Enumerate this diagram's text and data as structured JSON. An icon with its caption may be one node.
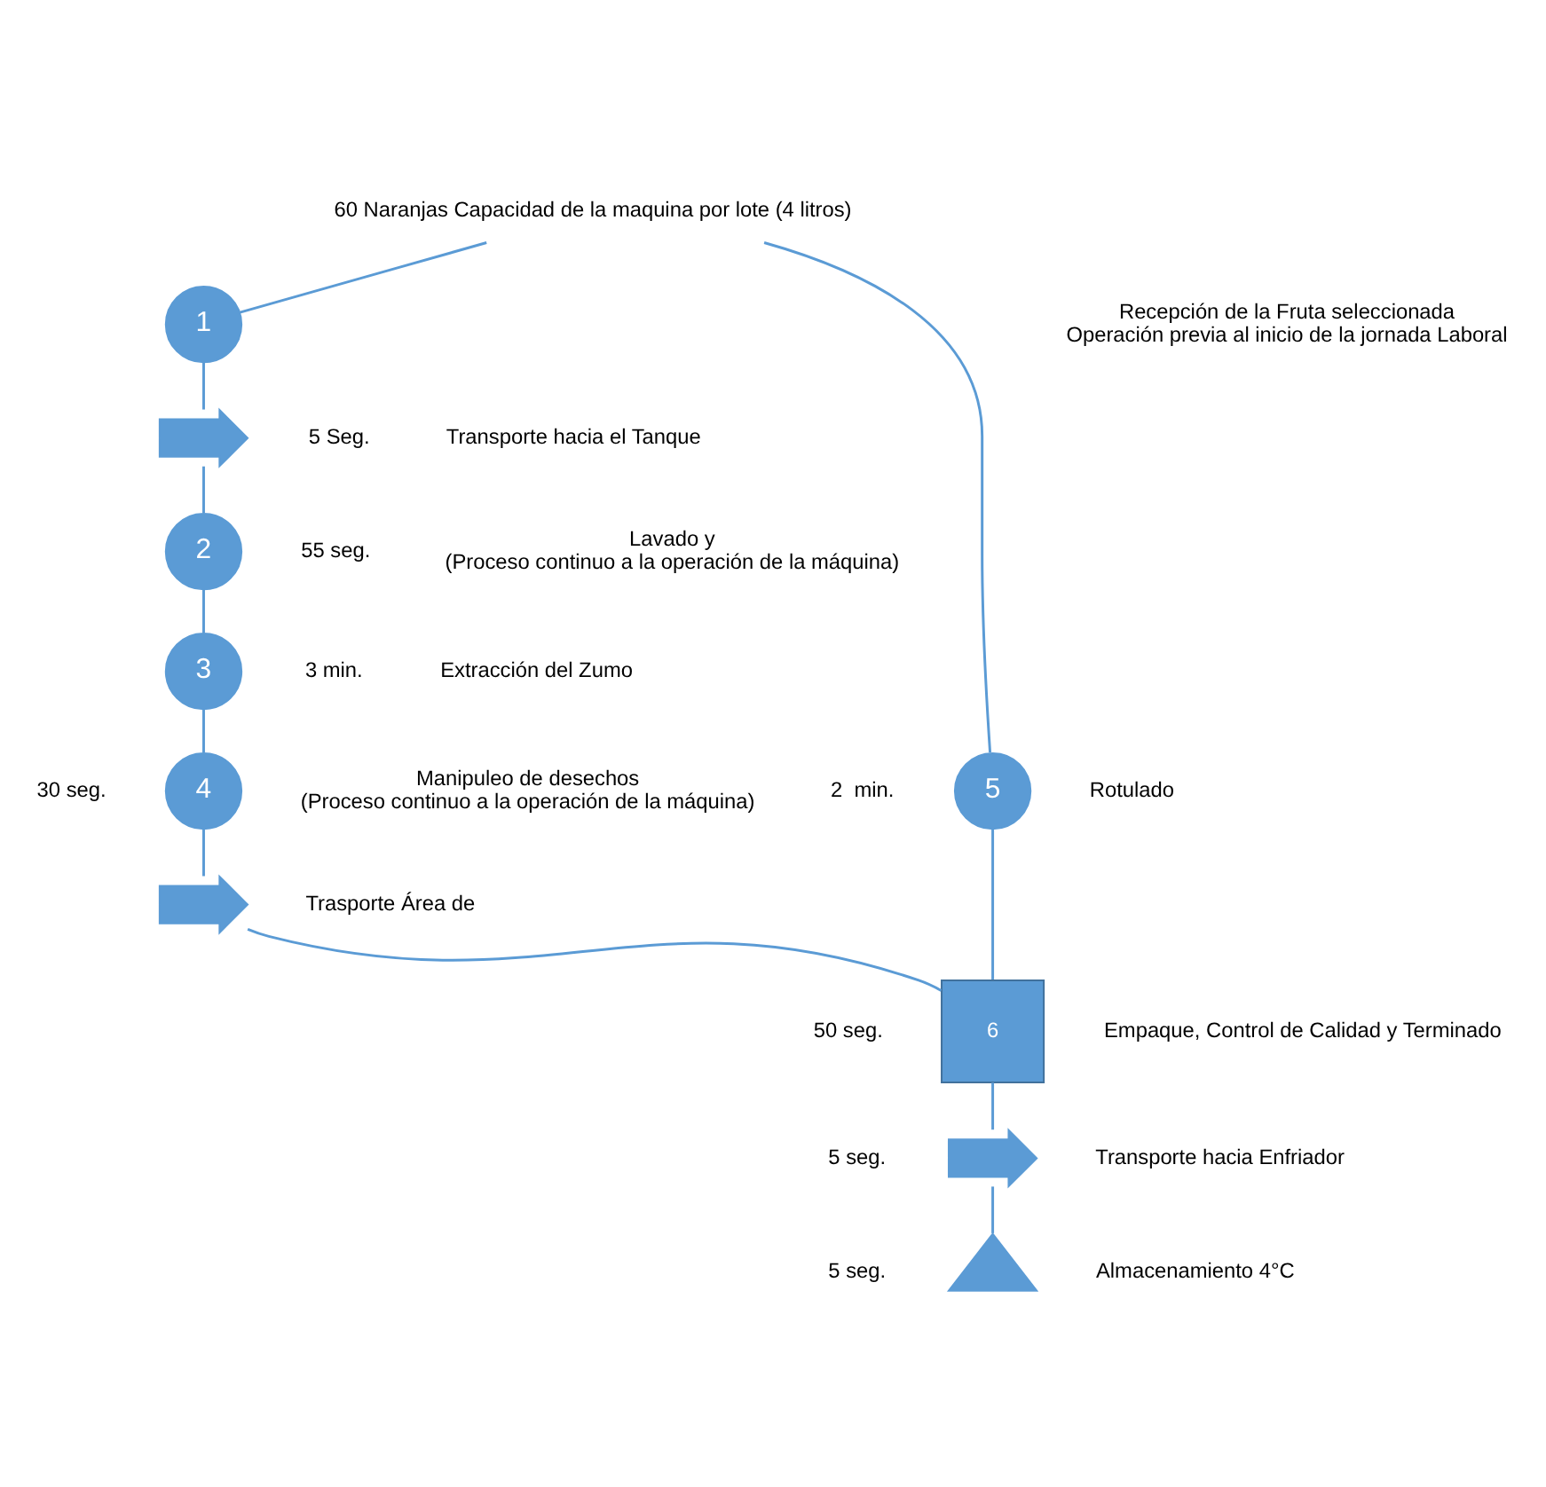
{
  "diagram": {
    "nodes": [
      {
        "text": [
          "60 Naranjas Capacidad de la maquina por lote (4 litros)"
        ]
      },
      {
        "text": [
          "1"
        ],
        "beside": [
          "Recepción de la Fruta seleccionada",
          "Operación previa al inicio de la jornada Laboral"
        ]
      },
      {
        "text": [],
        "shape": "arrow",
        "beside": [
          "5 Seg.",
          "Transporte hacia el Tanque"
        ]
      },
      {
        "text": [
          "2"
        ],
        "beside": [
          "55 seg.",
          "Lavado y",
          "(Proceso continuo a la operación de la máquina)"
        ]
      },
      {
        "text": [
          "3"
        ],
        "beside": [
          "3 min.",
          "Extracción del Zumo"
        ]
      },
      {
        "text": [
          "4"
        ],
        "beside": [
          "30 seg.",
          "Manipuleo de desechos",
          "(Proceso continuo a la operación de la máquina)"
        ]
      },
      {
        "text": [],
        "shape": "arrow",
        "beside": [
          "Trasporte Área de"
        ]
      },
      {
        "text": [
          "5"
        ],
        "beside": [
          "2  min.",
          "Rotulado"
        ]
      },
      {
        "text": [
          "6"
        ],
        "beside": [
          "50 seg.",
          "Empaque, Control de Calidad y Terminado"
        ]
      },
      {
        "text": [],
        "shape": "arrow",
        "beside": [
          "5 seg.",
          "Transporte hacia Enfriador"
        ]
      },
      {
        "text": [],
        "shape": "triangle",
        "beside": [
          "5 seg.",
          "Almacenamiento 4°C"
        ]
      }
    ],
    "edges": [
      {
        "from": 0,
        "to": 1,
        "arrow": "none"
      },
      {
        "from": 0,
        "to": 7,
        "arrow": "none"
      },
      {
        "from": 1,
        "to": 2,
        "arrow": "none"
      },
      {
        "from": 2,
        "to": 3,
        "arrow": "none"
      },
      {
        "from": 3,
        "to": 4,
        "arrow": "none"
      },
      {
        "from": 4,
        "to": 5,
        "arrow": "none"
      },
      {
        "from": 5,
        "to": 6,
        "arrow": "none"
      },
      {
        "from": 6,
        "to": 8,
        "arrow": "none"
      },
      {
        "from": 7,
        "to": 8,
        "arrow": "none"
      },
      {
        "from": 8,
        "to": 9,
        "arrow": "none"
      },
      {
        "from": 9,
        "to": 10,
        "arrow": "none"
      }
    ]
  }
}
